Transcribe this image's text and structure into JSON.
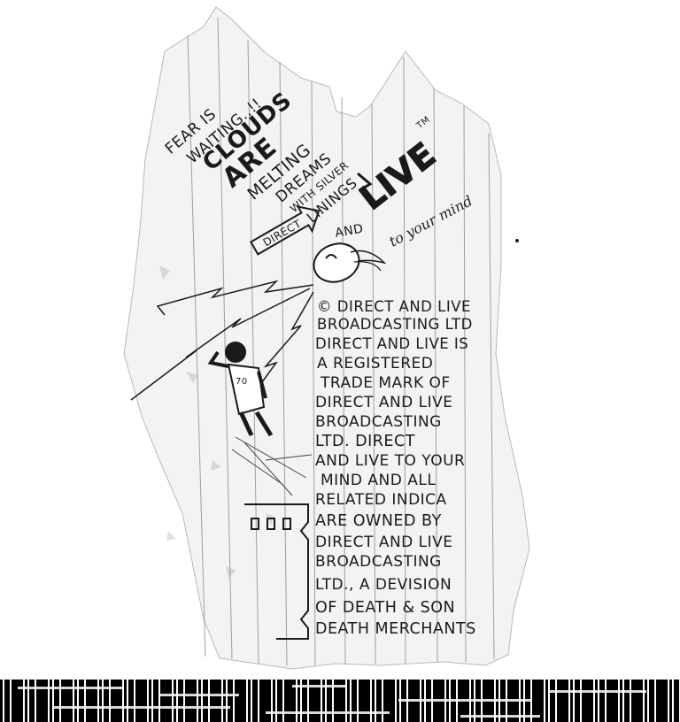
{
  "note": {
    "top_lines": [
      "FEAR IS",
      "WAITING..!!"
    ],
    "clouds": "CLOUDS",
    "are": "ARE",
    "melting": "MELTING",
    "dreams": "DREAMS",
    "with_silver": "WITH SILVER",
    "linings": "LININGS",
    "direct_sign": "DIRECT",
    "and": "AND",
    "live": "LIVE",
    "tm": "TM",
    "to_your_mind": "to your mind",
    "jersey_number": "70",
    "copyright_block": [
      "© DIRECT AND LIVE",
      "BROADCASTING LTD",
      "DIRECT AND LIVE IS",
      "A REGISTERED",
      "TRADE MARK OF",
      "DIRECT AND LIVE",
      "BROADCASTING",
      "LTD. DIRECT",
      "AND LIVE TO YOUR",
      "MIND AND ALL",
      "RELATED INDICA",
      "ARE OWNED BY",
      "DIRECT AND LIVE",
      "BROADCASTING",
      "LTD., A DEVISION",
      "OF DEATH & SON",
      "DEATH MERCHANTS"
    ]
  },
  "colors": {
    "paper": "#f3f3f1",
    "ink": "#1a1a1a",
    "rule_line": "#8a8a8a",
    "background": "#ffffff",
    "bottom_strip": "#000000"
  },
  "icons": [
    "satellite-dish-icon",
    "lightning-bolt-icon",
    "figure-drawing-icon",
    "building-drawing-icon"
  ]
}
